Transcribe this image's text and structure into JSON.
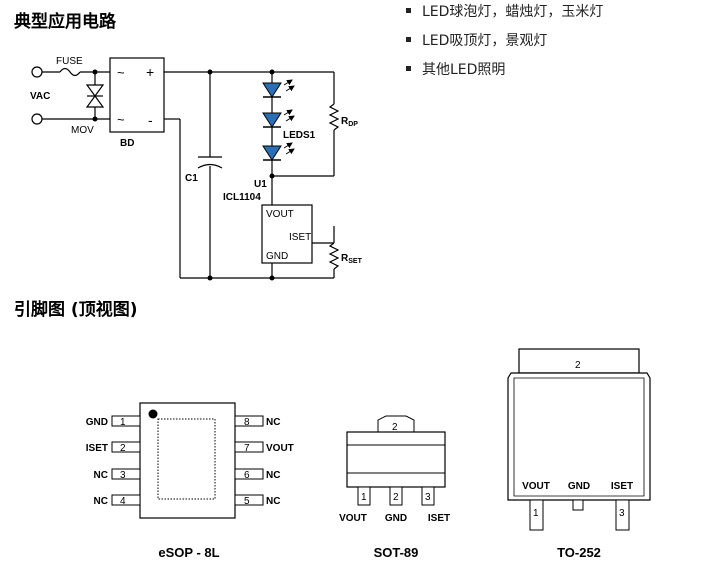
{
  "headings": {
    "typical_circuit": "典型应用电路",
    "pinout": "引脚图 (顶视图)"
  },
  "applications": [
    "LED球泡灯，蜡烛灯，玉米灯",
    "LED吸顶灯，景观灯",
    "其他LED照明"
  ],
  "circuit": {
    "fuse": "FUSE",
    "vac": "VAC",
    "mov": "MOV",
    "bd": "BD",
    "bridge_plus": "+",
    "bridge_minus": "-",
    "bridge_ac1": "~",
    "bridge_ac2": "~",
    "c1": "C1",
    "leds": "LEDS1",
    "rdp_main": "R",
    "rdp_sub": "DP",
    "u1": "U1",
    "ic": "ICL1104",
    "vout": "VOUT",
    "iset": "ISET",
    "gnd": "GND",
    "rset_main": "R",
    "rset_sub": "SET"
  },
  "packages": {
    "esop": {
      "caption": "eSOP - 8L",
      "left_pins": [
        {
          "num": "1",
          "name": "GND"
        },
        {
          "num": "2",
          "name": "ISET"
        },
        {
          "num": "3",
          "name": "NC"
        },
        {
          "num": "4",
          "name": "NC"
        }
      ],
      "right_pins": [
        {
          "num": "8",
          "name": "NC"
        },
        {
          "num": "7",
          "name": "VOUT"
        },
        {
          "num": "6",
          "name": "NC"
        },
        {
          "num": "5",
          "name": "NC"
        }
      ]
    },
    "sot89": {
      "caption": "SOT-89",
      "tab": "2",
      "pins": [
        {
          "num": "1",
          "name": "VOUT"
        },
        {
          "num": "2",
          "name": "GND"
        },
        {
          "num": "3",
          "name": "ISET"
        }
      ]
    },
    "to252": {
      "caption": "TO-252",
      "tab": "2",
      "labels": [
        "VOUT",
        "GND",
        "ISET"
      ],
      "pins": [
        "1",
        "3"
      ]
    }
  }
}
